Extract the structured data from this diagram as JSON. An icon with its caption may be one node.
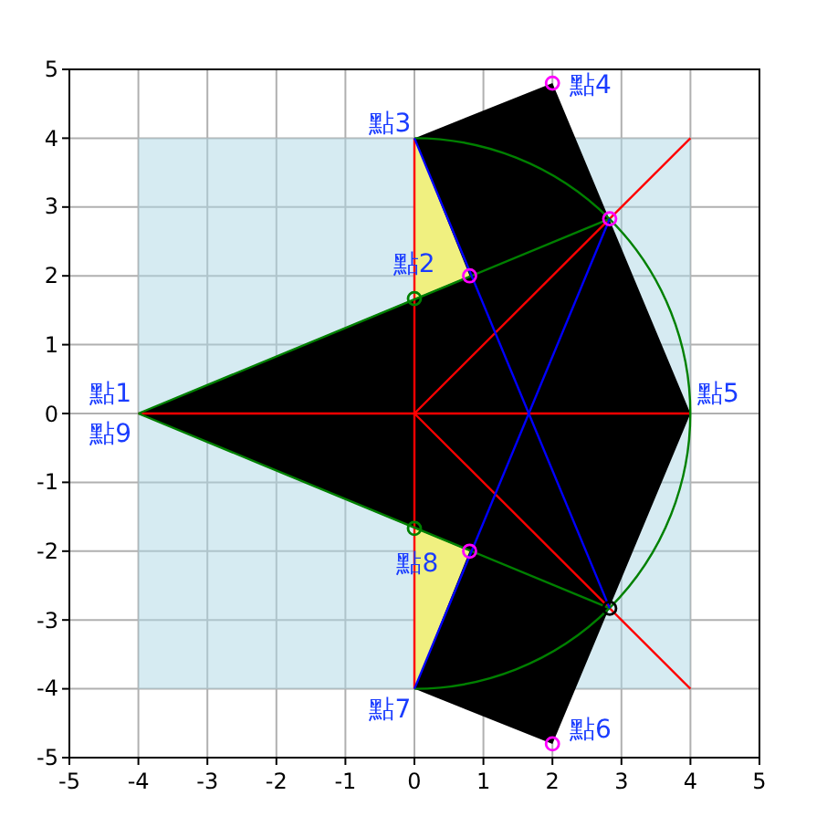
{
  "diagram": {
    "labels": [
      "點4",
      "點3",
      "點2",
      "點1",
      "點5",
      "點9",
      "點8",
      "點7",
      "點6",
      "5",
      "4",
      "3",
      "2",
      "1",
      "0",
      "-1",
      "-2",
      "-3",
      "-4",
      "-5",
      "-5",
      "-4",
      "-3",
      "-2",
      "-1",
      "0",
      "1",
      "2",
      "3",
      "4",
      "5"
    ]
  }
}
